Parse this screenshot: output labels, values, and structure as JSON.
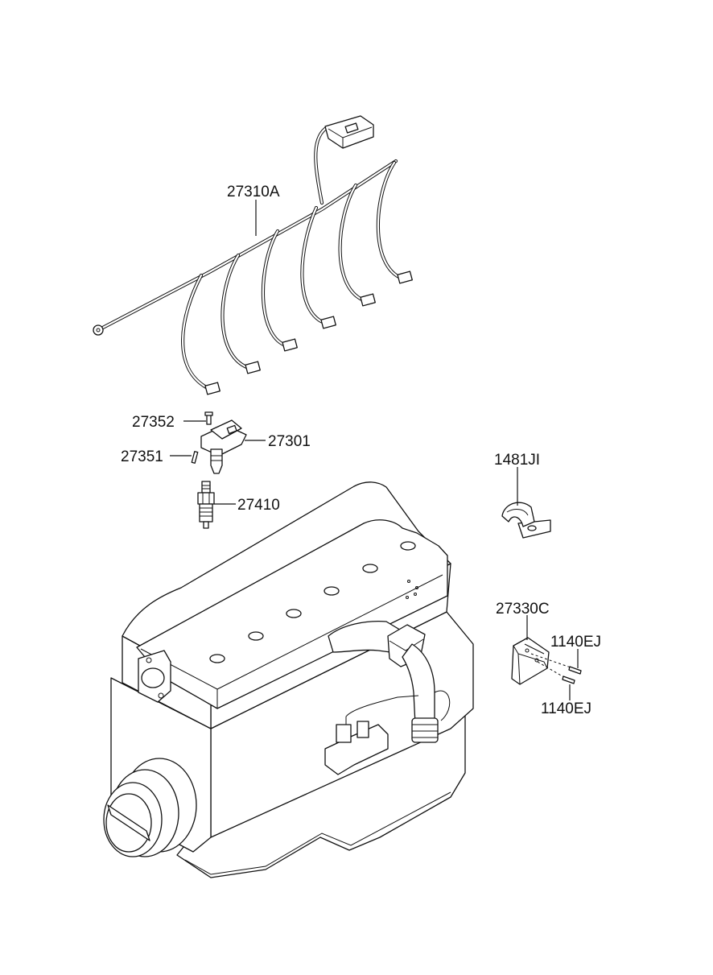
{
  "labels": {
    "harness": "27310A",
    "bolt": "27352",
    "coil": "27301",
    "pin": "27351",
    "spark_plug": "27410",
    "clamp": "1481JI",
    "bracket": "27330C",
    "screw_upper": "1140EJ",
    "screw_lower": "1140EJ"
  }
}
